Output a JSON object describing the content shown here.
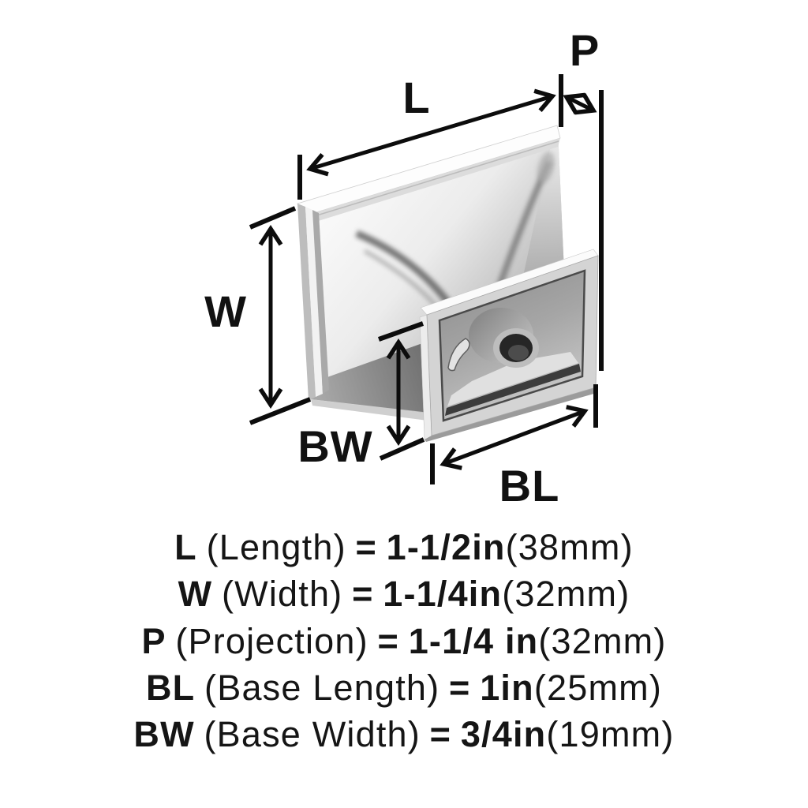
{
  "colors": {
    "background": "#ffffff",
    "line": "#0c0c0c",
    "text": "#151515",
    "metal_light": "#fafafa",
    "metal_dark": "#5f5f5f"
  },
  "dimension_labels": {
    "length": "L",
    "projection": "P",
    "width": "W",
    "base_width": "BW",
    "base_length": "BL"
  },
  "specs": [
    {
      "abbr": "L",
      "term": "(Length)",
      "equals": "=",
      "value": "1-1/2in",
      "metric": "(38mm)"
    },
    {
      "abbr": "W",
      "term": "(Width)",
      "equals": "=",
      "value": "1-1/4in",
      "metric": "(32mm)"
    },
    {
      "abbr": "P",
      "term": "(Projection)",
      "equals": "=",
      "value": "1-1/4 in",
      "metric": "(32mm)"
    },
    {
      "abbr": "BL",
      "term": "(Base Length)",
      "equals": "=",
      "value": "1in",
      "metric": "(25mm)"
    },
    {
      "abbr": "BW",
      "term": "(Base Width)",
      "equals": "=",
      "value": "3/4in",
      "metric": "(19mm)"
    }
  ]
}
